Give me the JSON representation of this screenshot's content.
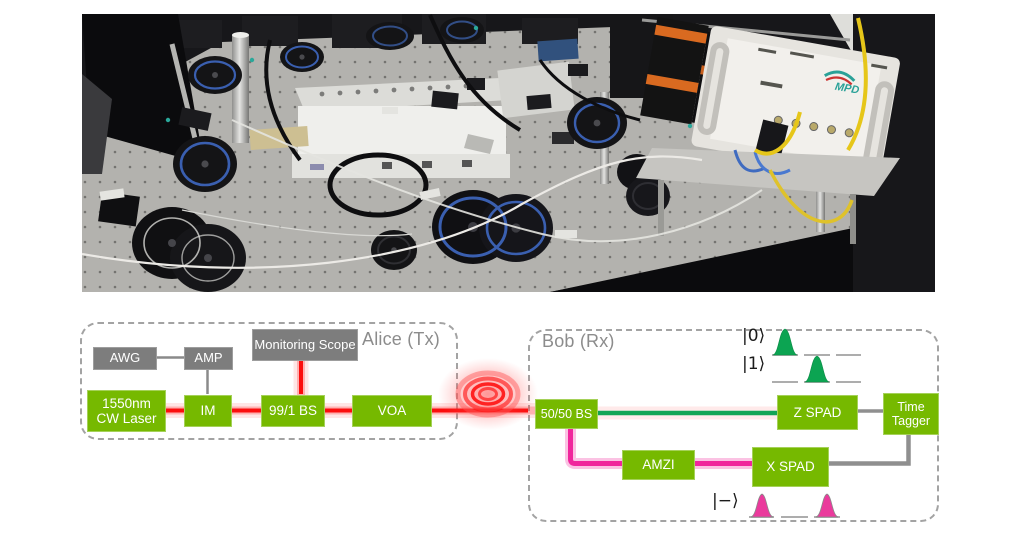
{
  "figure": {
    "description": "QKD experiment: photograph of optical setup above schematic of transmitter and receiver"
  },
  "photo": {
    "description": "Photograph of fiber-optic experimental setup on a perforated optical table",
    "logo_text": "MPD"
  },
  "alice": {
    "label": "Alice (Tx)",
    "awg": "AWG",
    "amp": "AMP",
    "monitoring_scope": "Monitoring Scope",
    "laser_line1": "1550nm",
    "laser_line2": "CW Laser",
    "im": "IM",
    "bs": "99/1 BS",
    "voa": "VOA"
  },
  "bob": {
    "label": "Bob (Rx)",
    "bs": "50/50 BS",
    "amzi": "AMZI",
    "z_spad": "Z SPAD",
    "x_spad": "X SPAD",
    "tagger_line1": "Time",
    "tagger_line2": "Tagger"
  },
  "states": {
    "zero": "|0⟩",
    "one": "|1⟩",
    "minus": "|−⟩"
  },
  "colors": {
    "component_green": "#76b900",
    "component_gray": "#7d7d7d",
    "beam_red": "#fb0d0d",
    "fiber_green": "#12a455",
    "fiber_pink": "#f0269c",
    "pulse_green": "#0ca452",
    "pulse_pink": "#ea3a9c",
    "wire_gray": "#8f8f8f"
  }
}
